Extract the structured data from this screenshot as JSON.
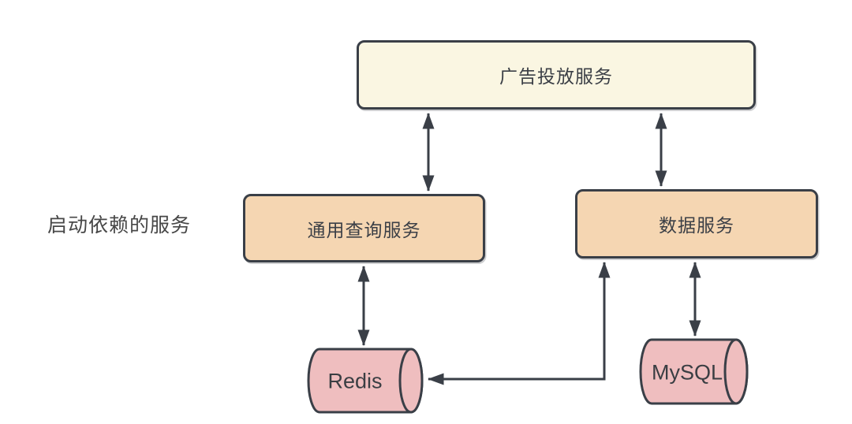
{
  "diagram": {
    "title_hint": "service startup dependency diagram",
    "side_label": "启动依赖的服务",
    "nodes": {
      "ad_service": {
        "label": "广告投放服务",
        "type": "box",
        "fill": "#FAF6E2"
      },
      "query_service": {
        "label": "通用查询服务",
        "type": "box",
        "fill": "#F5D6B2"
      },
      "data_service": {
        "label": "数据服务",
        "type": "box",
        "fill": "#F5D6B2"
      },
      "redis": {
        "label": "Redis",
        "type": "cylinder",
        "fill": "#EFBEBF"
      },
      "mysql": {
        "label": "MySQL",
        "type": "cylinder",
        "fill": "#EFBEBF"
      }
    },
    "edges": [
      {
        "from": "广告投放服务",
        "to": "通用查询服务",
        "arrows": "both",
        "route": "straight"
      },
      {
        "from": "广告投放服务",
        "to": "数据服务",
        "arrows": "both",
        "route": "straight"
      },
      {
        "from": "通用查询服务",
        "to": "Redis",
        "arrows": "both",
        "route": "straight"
      },
      {
        "from": "数据服务",
        "to": "MySQL",
        "arrows": "both",
        "route": "straight"
      },
      {
        "from": "数据服务",
        "to": "Redis",
        "arrows": "both",
        "route": "elbow"
      }
    ],
    "colors": {
      "background": "#FFFFFF",
      "stroke": "#3A3F47",
      "ad_service_fill": "#FAF6E2",
      "service_fill": "#F5D6B2",
      "database_fill": "#EFBEBF",
      "text": "#3B3F46",
      "side_label_text": "#474747"
    }
  }
}
